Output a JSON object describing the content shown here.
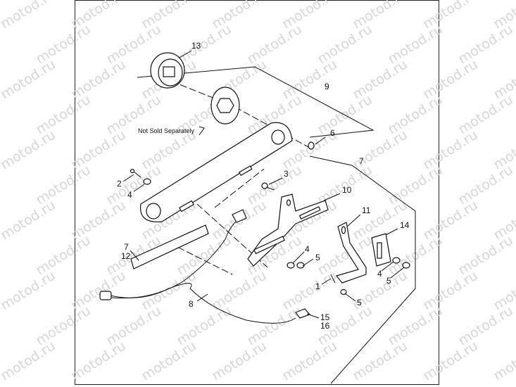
{
  "watermark": "motod.ru",
  "note": "Not Sold Separately",
  "callouts": [
    "13",
    "9",
    "6",
    "7",
    "2",
    "4",
    "3",
    "10",
    "11",
    "14",
    "7",
    "12",
    "4",
    "5",
    "4",
    "5",
    "1",
    "5",
    "8",
    "15",
    "16"
  ]
}
